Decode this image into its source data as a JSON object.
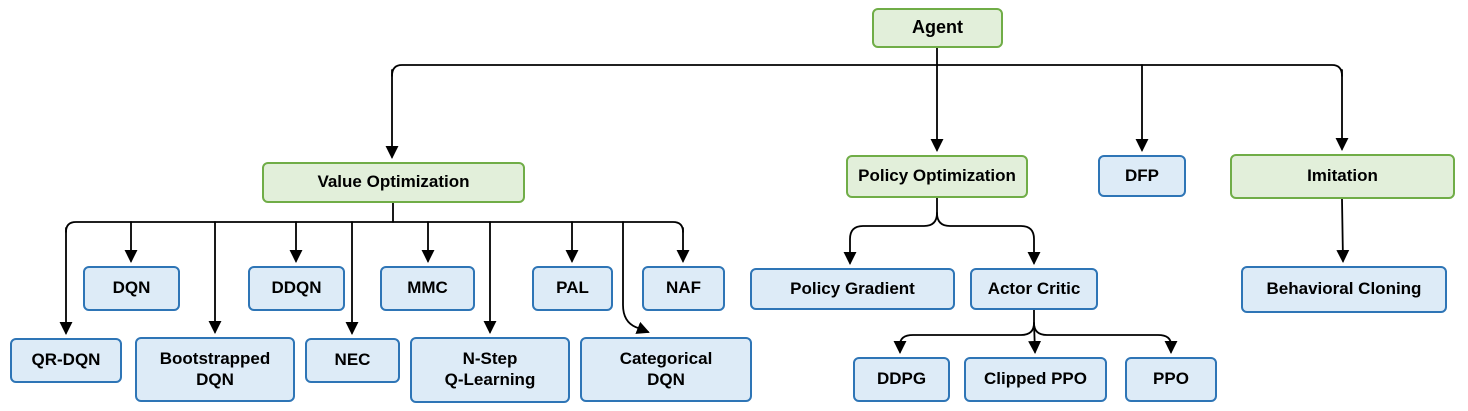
{
  "diagram": {
    "type": "hierarchy-tree",
    "title": "Agent algorithm hierarchy",
    "colors": {
      "category_fill": "#e2efda",
      "category_border": "#70ad47",
      "algorithm_fill": "#ddebf7",
      "algorithm_border": "#2e75b6",
      "connector": "#000000",
      "text": "#000000",
      "background": "#ffffff"
    },
    "nodes": {
      "agent": {
        "label": "Agent",
        "style": "green"
      },
      "value_optimization": {
        "label": "Value Optimization",
        "style": "green"
      },
      "policy_optimization": {
        "label": "Policy Optimization",
        "style": "green"
      },
      "dfp": {
        "label": "DFP",
        "style": "blue"
      },
      "imitation": {
        "label": "Imitation",
        "style": "green"
      },
      "dqn": {
        "label": "DQN",
        "style": "blue"
      },
      "ddqn": {
        "label": "DDQN",
        "style": "blue"
      },
      "mmc": {
        "label": "MMC",
        "style": "blue"
      },
      "pal": {
        "label": "PAL",
        "style": "blue"
      },
      "naf": {
        "label": "NAF",
        "style": "blue"
      },
      "qr_dqn": {
        "label": "QR-DQN",
        "style": "blue"
      },
      "bootstrapped_dqn": {
        "label": "Bootstrapped\nDQN",
        "style": "blue"
      },
      "nec": {
        "label": "NEC",
        "style": "blue"
      },
      "n_step_q_learning": {
        "label": "N-Step\nQ-Learning",
        "style": "blue"
      },
      "categorical_dqn": {
        "label": "Categorical\nDQN",
        "style": "blue"
      },
      "policy_gradient": {
        "label": "Policy Gradient",
        "style": "blue"
      },
      "actor_critic": {
        "label": "Actor Critic",
        "style": "blue"
      },
      "ddpg": {
        "label": "DDPG",
        "style": "blue"
      },
      "clipped_ppo": {
        "label": "Clipped PPO",
        "style": "blue"
      },
      "ppo": {
        "label": "PPO",
        "style": "blue"
      },
      "behavioral_cloning": {
        "label": "Behavioral Cloning",
        "style": "blue"
      }
    },
    "edges": [
      [
        "Agent",
        "Value Optimization"
      ],
      [
        "Agent",
        "Policy Optimization"
      ],
      [
        "Agent",
        "DFP"
      ],
      [
        "Agent",
        "Imitation"
      ],
      [
        "Value Optimization",
        "QR-DQN"
      ],
      [
        "Value Optimization",
        "DQN"
      ],
      [
        "Value Optimization",
        "Bootstrapped DQN"
      ],
      [
        "Value Optimization",
        "DDQN"
      ],
      [
        "Value Optimization",
        "NEC"
      ],
      [
        "Value Optimization",
        "MMC"
      ],
      [
        "Value Optimization",
        "N-Step Q-Learning"
      ],
      [
        "Value Optimization",
        "PAL"
      ],
      [
        "Value Optimization",
        "Categorical DQN"
      ],
      [
        "Value Optimization",
        "NAF"
      ],
      [
        "Policy Optimization",
        "Policy Gradient"
      ],
      [
        "Policy Optimization",
        "Actor Critic"
      ],
      [
        "Actor Critic",
        "DDPG"
      ],
      [
        "Actor Critic",
        "Clipped PPO"
      ],
      [
        "Actor Critic",
        "PPO"
      ],
      [
        "Imitation",
        "Behavioral Cloning"
      ]
    ]
  }
}
